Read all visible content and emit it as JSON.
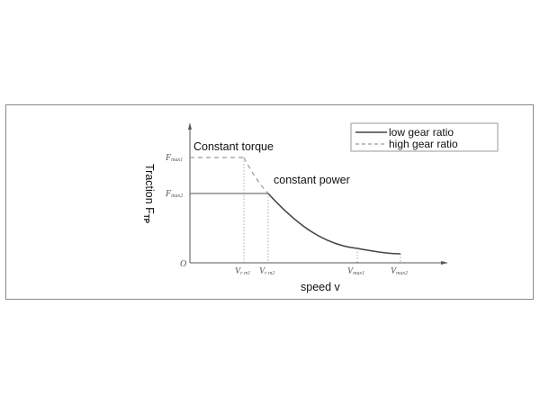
{
  "chart_data": {
    "type": "line",
    "title": "",
    "xlabel": "speed v",
    "ylabel": "Traction F",
    "ylabel_subscript": "TP",
    "origin_label": "O",
    "x_ticks": [
      {
        "label": "V",
        "sub": "r m1",
        "pos": 271
      },
      {
        "label": "V",
        "sub": "r m2",
        "pos": 298
      },
      {
        "label": "V",
        "sub": "max1",
        "pos": 397
      },
      {
        "label": "V",
        "sub": "max2",
        "pos": 445
      }
    ],
    "y_ticks": [
      {
        "label": "F",
        "sub": "max1",
        "pos": 175
      },
      {
        "label": "F",
        "sub": "max2",
        "pos": 215
      }
    ],
    "annotations": [
      "Constant torque",
      "constant power"
    ],
    "legend": {
      "position": "upper right",
      "entries": [
        {
          "label": "low gear ratio",
          "style": "solid"
        },
        {
          "label": "high gear ratio",
          "style": "dashed"
        }
      ]
    },
    "series": [
      {
        "name": "low gear ratio",
        "style": "solid",
        "points": [
          [
            "0",
            "Fmax2"
          ],
          [
            "Vrm2",
            "Fmax2"
          ],
          [
            "Vmax1",
            "~0.2*Fmax2"
          ],
          [
            "Vmax2",
            "~0.15*Fmax2"
          ]
        ]
      },
      {
        "name": "high gear ratio",
        "style": "dashed",
        "points": [
          [
            "0",
            "Fmax1"
          ],
          [
            "Vrm1",
            "Fmax1"
          ],
          [
            "Vrm2",
            "Fmax2"
          ]
        ]
      }
    ],
    "grid": false
  },
  "colors": {
    "axis": "#555555",
    "low_gear": "#444444",
    "high_gear": "#9a9a9a",
    "frame": "#8a8a8a"
  }
}
